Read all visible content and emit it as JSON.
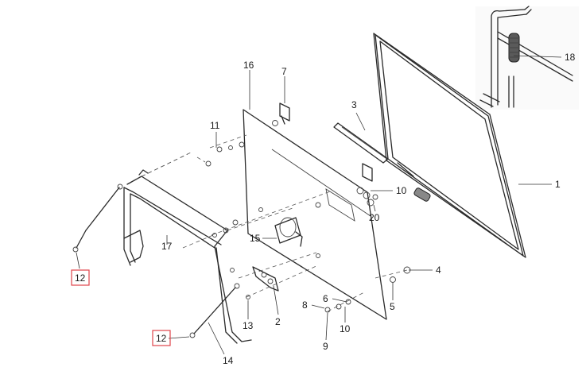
{
  "callouts": {
    "c1": "1",
    "c2": "2",
    "c3": "3",
    "c4": "4",
    "c5": "5",
    "c6": "6",
    "c7": "7",
    "c8": "8",
    "c9": "9",
    "c10a": "10",
    "c10b": "10",
    "c11": "11",
    "c12a": "12",
    "c12b": "12",
    "c13": "13",
    "c14": "14",
    "c15": "15",
    "c16": "16",
    "c17": "17",
    "c18": "18",
    "c20": "20"
  },
  "highlight_color": "#e0444a"
}
